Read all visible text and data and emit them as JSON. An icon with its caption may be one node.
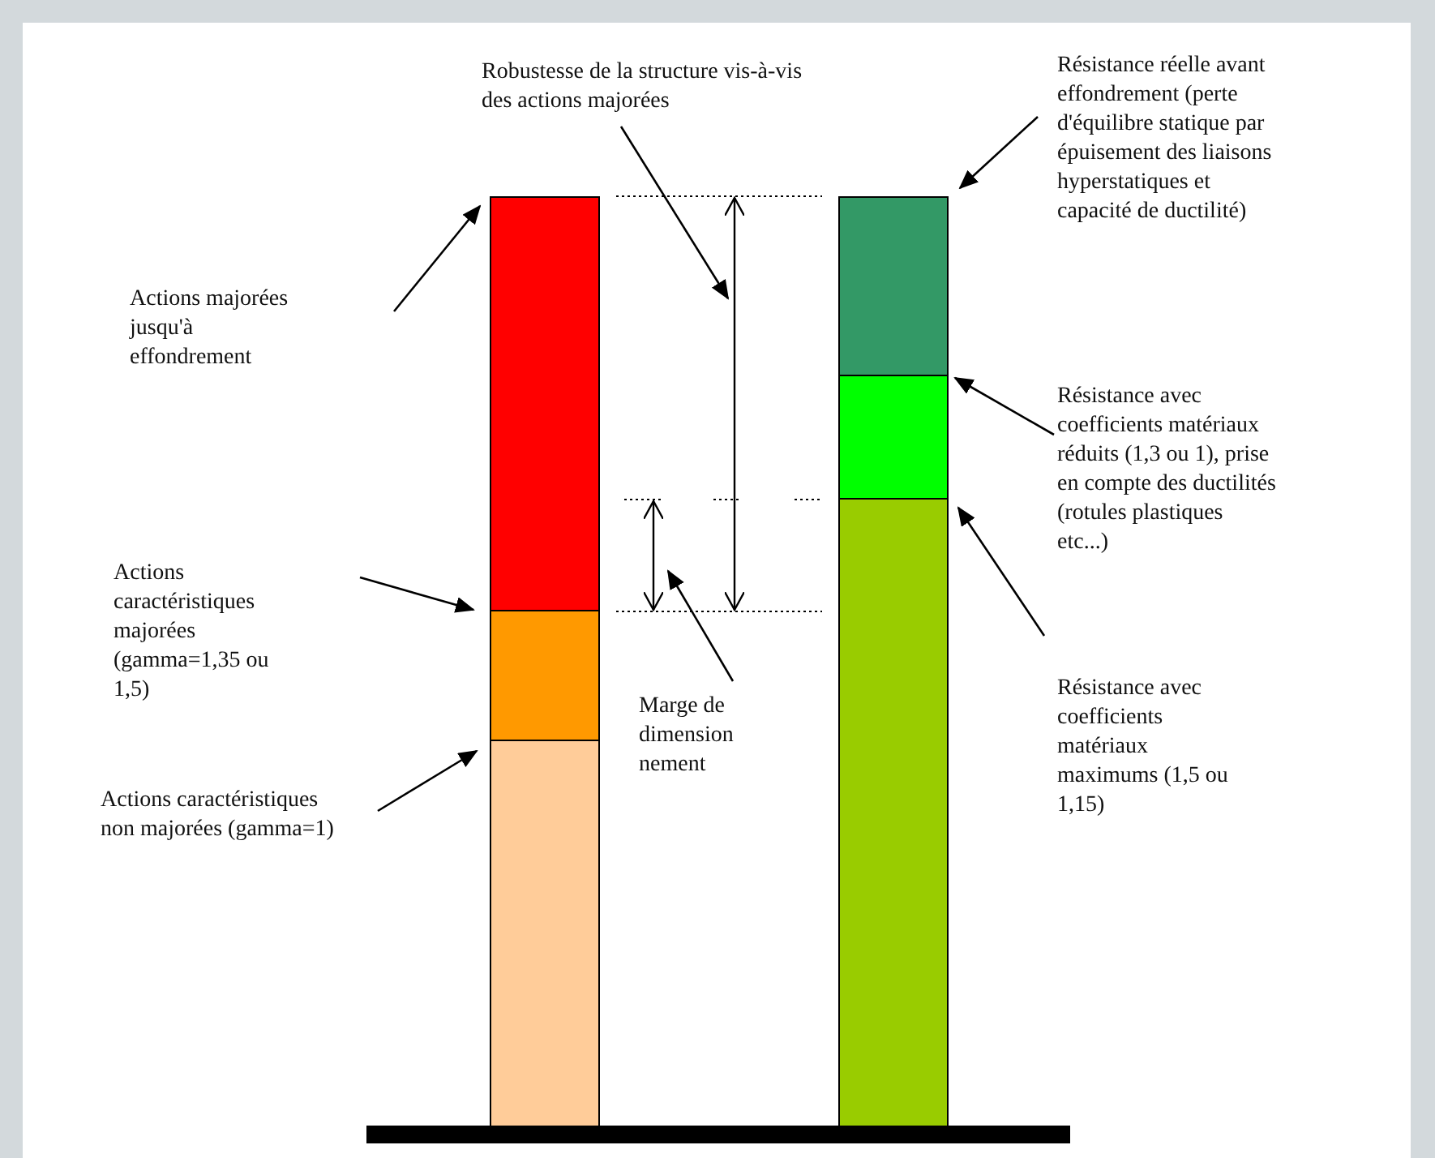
{
  "diagram": {
    "nodes": [
      {
        "text": [
          "Robustesse de la structure vis-à-vis des actions majorées"
        ]
      },
      {
        "text": [
          "Résistance réelle avant effondrement (perte d'équilibre statique par épuisement des liaisons hyperstatiques et capacité de ductilité)"
        ]
      },
      {
        "text": [
          "Actions majorées jusqu'à effondrement"
        ]
      },
      {
        "text": [
          "Résistance avec coefficients matériaux réduits (1,3 ou 1), prise en compte des ductilités (rotules plastiques etc...)"
        ]
      },
      {
        "text": [
          "Actions caractéristiques majorées (gamma=1,35 ou 1,5)"
        ]
      },
      {
        "text": [
          "Marge de dimension nement"
        ]
      },
      {
        "text": [
          "Résistance avec coefficients matériaux maximums (1,5 ou 1,15)"
        ]
      },
      {
        "text": [
          "Actions caractéristiques non majorées (gamma=1)"
        ]
      },
      {
        "text": [],
        "shape": "bar"
      },
      {
        "text": [],
        "shape": "bar"
      },
      {
        "text": [],
        "shape": "bar"
      },
      {
        "text": [],
        "shape": "bar"
      },
      {
        "text": [],
        "shape": "bar"
      },
      {
        "text": [],
        "shape": "bar"
      }
    ],
    "edges": [
      {
        "from": 0,
        "to": null,
        "arrow": "to"
      },
      {
        "from": 1,
        "to": 11,
        "arrow": "to"
      },
      {
        "from": 2,
        "to": 8,
        "arrow": "to"
      },
      {
        "from": 3,
        "to": 12,
        "arrow": "to"
      },
      {
        "from": 4,
        "to": 9,
        "arrow": "to"
      },
      {
        "from": 5,
        "to": null,
        "arrow": "to"
      },
      {
        "from": 6,
        "to": 13,
        "arrow": "to"
      },
      {
        "from": 7,
        "to": 10,
        "arrow": "to"
      }
    ]
  }
}
